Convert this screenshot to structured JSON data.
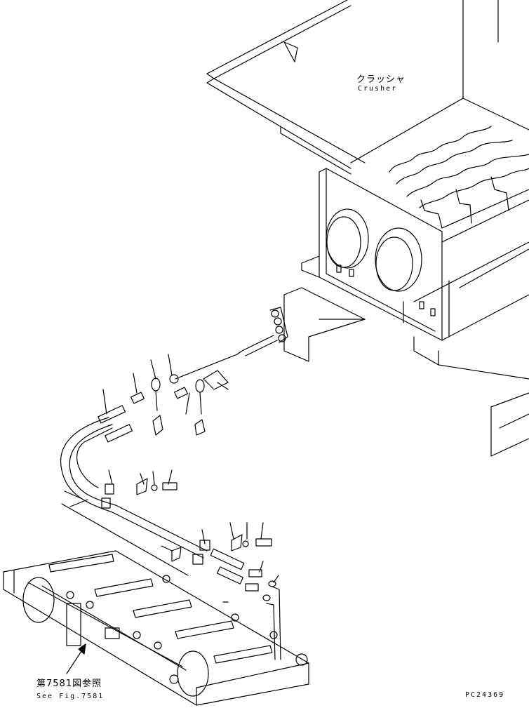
{
  "labels": {
    "crusher_jp": "クラッシャ",
    "crusher_en": "Crusher",
    "fig_ref_jp": "第7581図参照",
    "fig_ref_en": "See Fig.7581",
    "part_code": "PC24369"
  },
  "colors": {
    "line": "#000000",
    "background": "#ffffff"
  }
}
